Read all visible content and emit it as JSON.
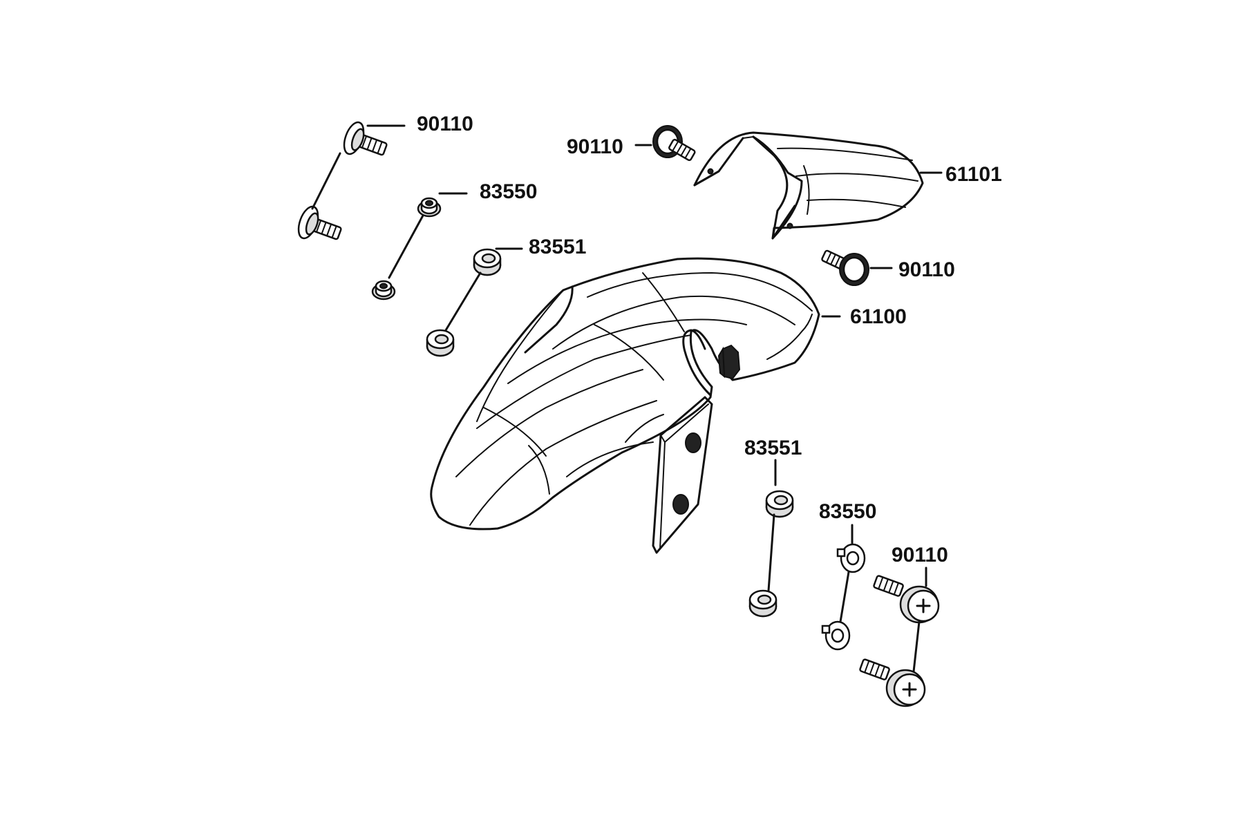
{
  "labels": {
    "l1": "90110",
    "l2": "90110",
    "l3": "61101",
    "l4": "83550",
    "l5": "83551",
    "l6": "90110",
    "l7": "61100",
    "l8": "83551",
    "l9": "83550",
    "l10": "90110"
  },
  "colors": {
    "ink": "#111111",
    "paper": "#ffffff"
  }
}
